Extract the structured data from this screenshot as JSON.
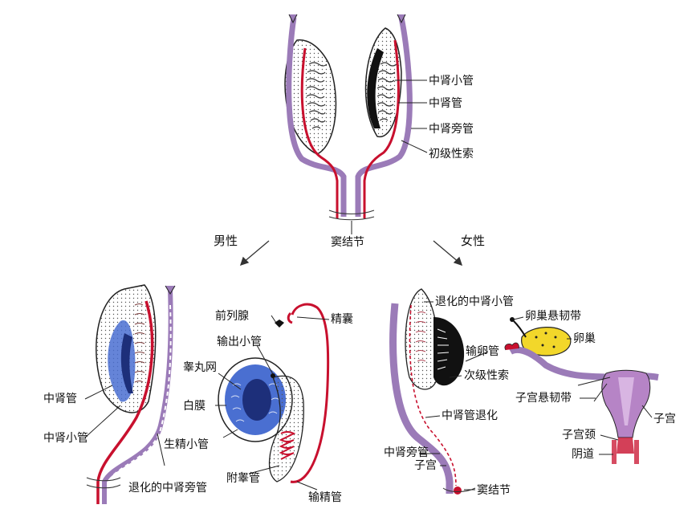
{
  "diagram": {
    "top_labels": {
      "mesonephric_tubule": "中肾小管",
      "mesonephric_duct": "中肾管",
      "paramesonephric_duct": "中肾旁管",
      "primary_sex_cord": "初级性索",
      "sinus_tubercle": "窦结节"
    },
    "branch_labels": {
      "male": "男性",
      "female": "女性"
    },
    "male_labels": {
      "mesonephric_duct": "中肾管",
      "mesonephric_tubule": "中肾小管",
      "degenerated_paramesonephric": "退化的中肾旁管",
      "prostate": "前列腺",
      "seminal_vesicle": "精囊",
      "efferent_ductule": "输出小管",
      "rete_testis": "睾丸网",
      "tunica_albuginea": "白膜",
      "seminiferous_tubule": "生精小管",
      "epididymis": "附睾管",
      "vas_deferens": "输精管"
    },
    "female_labels": {
      "degenerated_mesonephric_tubule": "退化的中肾小管",
      "suspensory_ligament": "卵巢悬韧带",
      "ovary": "卵巢",
      "oviduct": "输卵管",
      "secondary_sex_cord": "次级性索",
      "degenerated_mesonephric_duct": "中肾管退化",
      "paramesonephric_duct": "中肾旁管",
      "uterus_small": "子宫",
      "sinus_tubercle": "窦结节",
      "round_ligament": "子宫悬韧带",
      "uterus": "子宫",
      "cervix": "子宫颈",
      "vagina": "阴道"
    },
    "colors": {
      "paramesonephric": "#9b7bb8",
      "mesonephric": "#c8102e",
      "testis_blue": "#4a6fd1",
      "ovary_yellow": "#f2d72a",
      "outline": "#222222"
    }
  }
}
